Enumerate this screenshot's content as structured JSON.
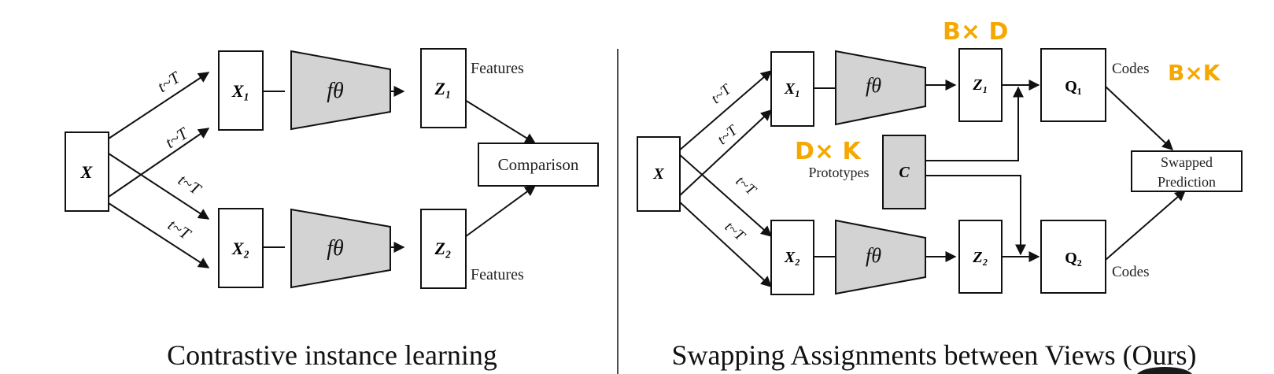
{
  "colors": {
    "stroke": "#111111",
    "encoder_fill": "#d3d3d3",
    "prototype_fill": "#d3d3d3",
    "annotation": "#f5a800"
  },
  "left": {
    "caption": "Contrastive instance learning",
    "input": "X",
    "view1": "X₁",
    "view2": "X₂",
    "encoder": "fθ",
    "feat1": "Z₁",
    "feat2": "Z₂",
    "features_top": "Features",
    "features_bottom": "Features",
    "comparison": "Comparison",
    "transform": "t~T"
  },
  "right": {
    "caption": "Swapping Assignments between Views (Ours)",
    "input": "X",
    "view1": "X₁",
    "view2": "X₂",
    "encoder": "fθ",
    "feat1": "Z₁",
    "feat2": "Z₂",
    "code1": "Q₁",
    "code2": "Q₂",
    "codes_top": "Codes",
    "codes_bottom": "Codes",
    "prototypes_label": "Prototypes",
    "prototypes": "C",
    "swapped_line1": "Swapped",
    "swapped_line2": "Prediction",
    "transform": "t~T"
  },
  "annotations": {
    "z_dims": "B× D",
    "c_dims": "D× K",
    "q_dims": "B×K"
  }
}
